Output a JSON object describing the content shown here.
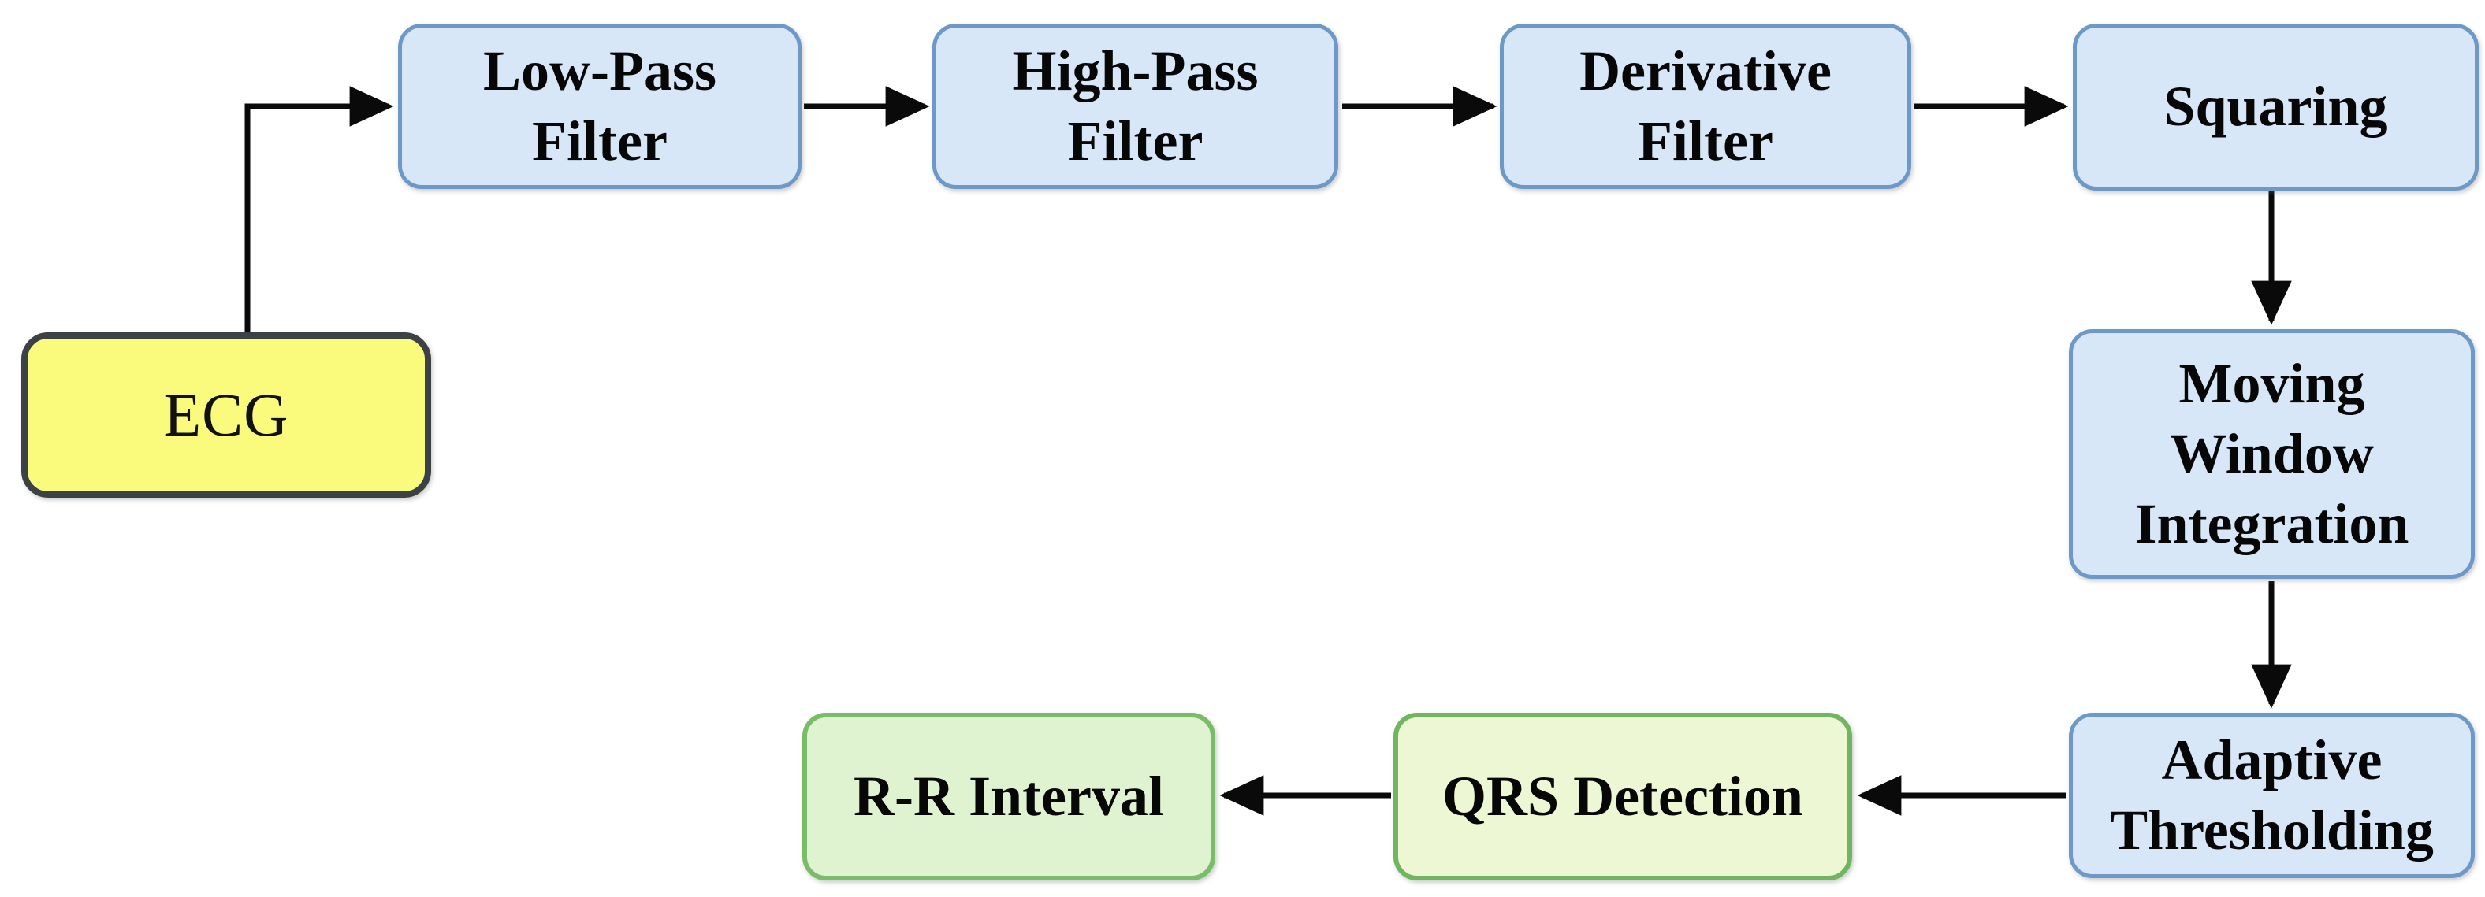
{
  "diagram": {
    "type": "flowchart",
    "background_color": "#ffffff",
    "arrow_color": "#0a0a0a",
    "nodes": [
      {
        "id": "ecg",
        "label": "ECG",
        "fill": "#FAFA7D",
        "border": "#3C4145",
        "text_color": "#111111"
      },
      {
        "id": "low_pass_filter",
        "label": "Low-Pass\nFilter",
        "fill": "#D8E7F7",
        "border": "#6D99C8",
        "text_color": "#070707"
      },
      {
        "id": "high_pass_filter",
        "label": "High-Pass\nFilter",
        "fill": "#D8E7F7",
        "border": "#6D99C8",
        "text_color": "#070707"
      },
      {
        "id": "derivative_filter",
        "label": "Derivative\nFilter",
        "fill": "#D8E7F7",
        "border": "#6D99C8",
        "text_color": "#070707"
      },
      {
        "id": "squaring",
        "label": "Squaring",
        "fill": "#D8E7F7",
        "border": "#6D99C8",
        "text_color": "#070707"
      },
      {
        "id": "moving_window_integration",
        "label": "Moving\nWindow\nIntegration",
        "fill": "#D8E7F7",
        "border": "#6D99C8",
        "text_color": "#070707"
      },
      {
        "id": "adaptive_thresholding",
        "label": "Adaptive\nThresholding",
        "fill": "#D8E7F7",
        "border": "#6D99C8",
        "text_color": "#070707"
      },
      {
        "id": "qrs_detection",
        "label": "QRS Detection",
        "fill": "#EEF7D4",
        "border": "#70B55F",
        "text_color": "#070707"
      },
      {
        "id": "rr_interval",
        "label": "R-R Interval",
        "fill": "#DFF3D1",
        "border": "#79BD68",
        "text_color": "#070707"
      }
    ],
    "edges": [
      {
        "from": "ecg",
        "to": "low_pass_filter"
      },
      {
        "from": "low_pass_filter",
        "to": "high_pass_filter"
      },
      {
        "from": "high_pass_filter",
        "to": "derivative_filter"
      },
      {
        "from": "derivative_filter",
        "to": "squaring"
      },
      {
        "from": "squaring",
        "to": "moving_window_integration"
      },
      {
        "from": "moving_window_integration",
        "to": "adaptive_thresholding"
      },
      {
        "from": "adaptive_thresholding",
        "to": "qrs_detection"
      },
      {
        "from": "qrs_detection",
        "to": "rr_interval"
      }
    ]
  }
}
